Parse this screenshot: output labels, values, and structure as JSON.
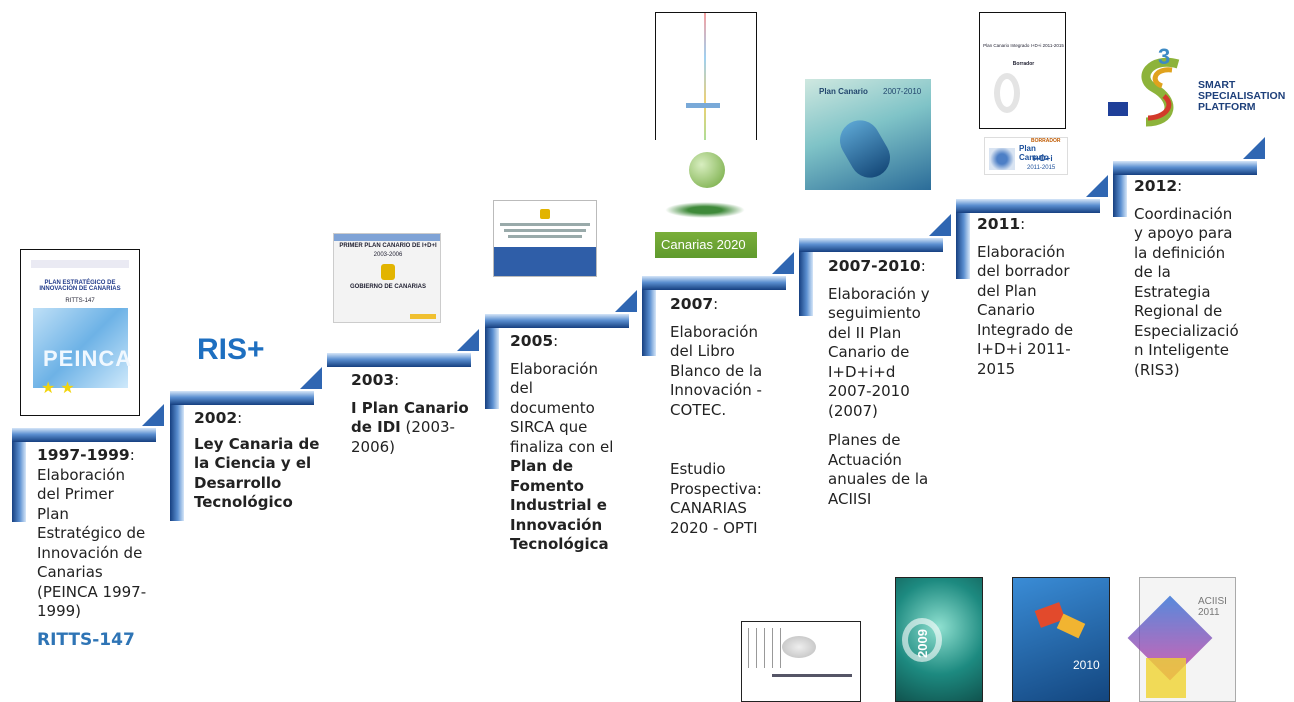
{
  "timeline": [
    {
      "year": "1997-1999",
      "year_suffix": ":",
      "lines": [
        "Elaboración",
        "del Primer",
        "Plan",
        "Estratégico de",
        "Innovación de",
        "Canarias",
        "(PEINCA 1997-",
        "1999)"
      ],
      "extra": "RITTS-147"
    },
    {
      "year": "2002",
      "year_suffix": ":",
      "lines_bold": [
        "Ley Canaria de",
        "la Ciencia y el",
        "Desarrollo",
        "Tecnológico"
      ]
    },
    {
      "year": "2003",
      "year_suffix": ":",
      "line1_bold": "I Plan Canario",
      "line2_bold": "de IDI",
      "line2_rest": " (2003-",
      "line3": "2006)"
    },
    {
      "year": "2005",
      "year_suffix": ":",
      "lines": [
        "Elaboración",
        "del",
        "documento",
        "SIRCA que",
        "finaliza con el"
      ],
      "lines_bold": [
        "Plan de",
        "Fomento",
        "Industrial e",
        "Innovación",
        "Tecnológica"
      ]
    },
    {
      "year": "2007",
      "year_suffix": ":",
      "lines": [
        "Elaboración",
        "del Libro",
        "Blanco de la",
        "Innovación -",
        "COTEC."
      ],
      "lines2": [
        "Estudio",
        "Prospectiva:",
        "CANARIAS",
        "2020 - OPTI"
      ]
    },
    {
      "year": "2007-2010",
      "year_suffix": ":",
      "lines": [
        "Elaboración y",
        "seguimiento",
        "del II Plan",
        "Canario de",
        "I+D+i+d",
        "2007-2010",
        "(2007)"
      ],
      "lines2": [
        "Planes de",
        "Actuación",
        "anuales de la",
        "ACIISI"
      ]
    },
    {
      "year": "2011",
      "year_suffix": ":",
      "lines": [
        "Elaboración",
        "del borrador",
        "del Plan",
        "Canario",
        "Integrado de",
        "I+D+i 2011-",
        "2015"
      ]
    },
    {
      "year": "2012",
      "year_suffix": ":",
      "lines": [
        "Coordinación",
        "y apoyo para",
        "la definición",
        "de la",
        "Estrategia",
        "Regional de",
        "Especializació",
        "n Inteligente",
        "(RIS3)"
      ]
    }
  ],
  "ris_label": "RIS+",
  "covers": {
    "peinca_title": "PLAN ESTRATÉGICO DE INNOVACIÓN DE CANARIAS",
    "peinca_sub": "RITTS-147",
    "peinca_logo": "PEINCA",
    "pidi_title": "PRIMER PLAN CANARIO DE I+D+I",
    "pidi_years": "2003-2006",
    "pidi_gov": "GOBIERNO DE CANARIAS",
    "canarias2020": "Canarias 2020",
    "plan0710_title": "Plan Canario",
    "plan0710_years": "2007-2010",
    "borrador_title": "Plan Canario Integrado I+D+i 2011-2015",
    "borrador_word": "Borrador",
    "borrador_badge_top": "BORRADOR",
    "borrador_badge_mid": "Plan Canario",
    "borrador_badge_idi": "I+D+i",
    "borrador_badge_years": "2011-2015",
    "s3_title": "SMART SPECIALISATION PLATFORM",
    "s3_digit": "3",
    "year2009": "2009",
    "year2010": "2010",
    "aciisi": "ACIISI 2011"
  },
  "colors": {
    "arrow_dark": "#1d4f95",
    "arrow_light": "#8fb5e6",
    "ris": "#1e6fc0",
    "ritts": "#2e74b5"
  }
}
